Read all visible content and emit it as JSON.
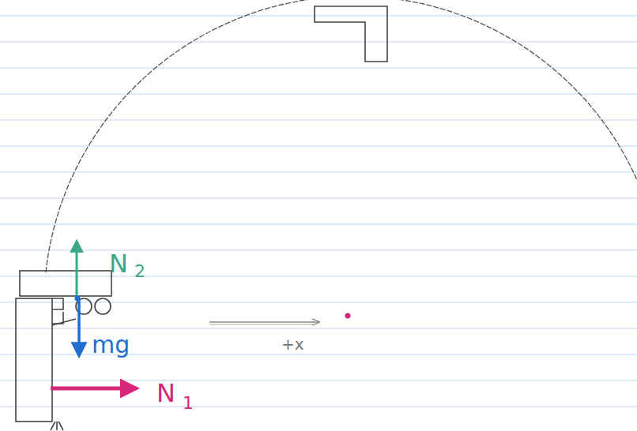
{
  "diagram": {
    "labels": [
      "N",
      "2",
      "mg",
      "N",
      "1",
      "+x"
    ]
  }
}
